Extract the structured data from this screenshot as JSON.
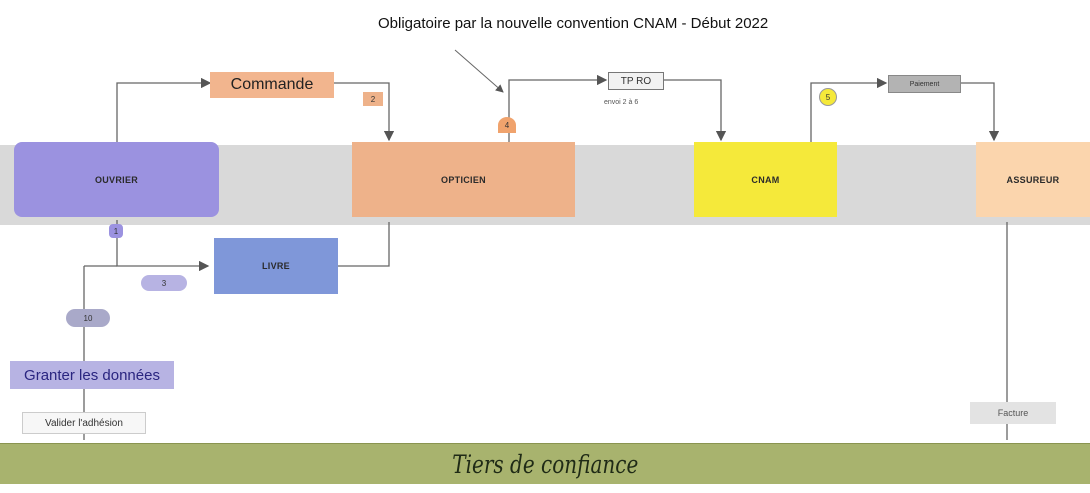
{
  "header": {
    "note": "Obligatoire par la nouvelle convention CNAM - Début 2022"
  },
  "nodes": {
    "ouvrier": "OUVRIER",
    "opticien": "OPTICIEN",
    "cnam": "CNAM",
    "assureur": "ASSUREUR",
    "livre": "LIVRE"
  },
  "labels": {
    "commande": "Commande",
    "tp_ro": "TP RO",
    "tp_ro_sub": "envoi 2 à 6",
    "paiement": "Paiement",
    "granter": "Granter les données",
    "consent": "Valider l'adhésion",
    "facture": "Facture"
  },
  "badges": {
    "b1": "1",
    "b2": "2",
    "b4": "4",
    "b5": "5",
    "b3": "3",
    "b10": "10"
  },
  "footer": {
    "title": "Tiers de confiance"
  },
  "colors": {
    "ouvrier": "#9b92e0",
    "opticien": "#eeb28a",
    "cnam": "#f5e93a",
    "assureur": "#fbd5ad",
    "livre": "#7f97d9",
    "band": "#d9d9d9",
    "tiers": "#a8b36e"
  }
}
